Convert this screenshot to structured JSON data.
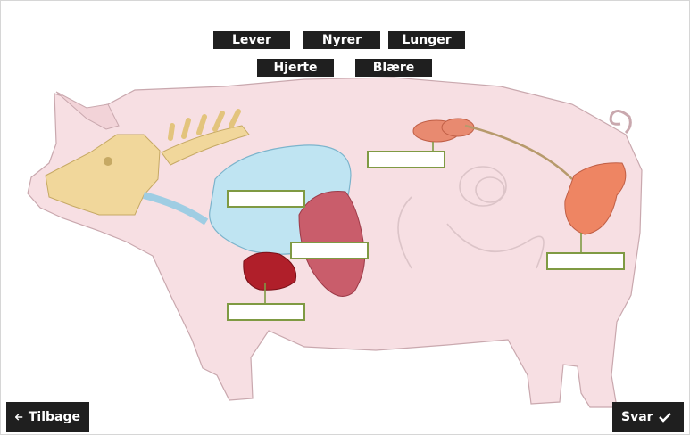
{
  "word_bank": [
    "Lever",
    "Nyrer",
    "Lunger",
    "Hjerte",
    "Blære"
  ],
  "back_button": {
    "icon": "arrow-left-icon",
    "label": "Tilbage"
  },
  "answer_button": {
    "label": "Svar",
    "icon": "checkmark-icon"
  },
  "colors": {
    "chip_bg": "#1f1f1f",
    "drop_border": "#7f9a43",
    "pig_skin": "#f7dfe3",
    "lung": "#bfe4f2",
    "liver": "#c95d6b",
    "heart": "#b01f2a",
    "kidney": "#e88a70",
    "bladder": "#ee8563",
    "skeleton": "#f1d79b"
  }
}
